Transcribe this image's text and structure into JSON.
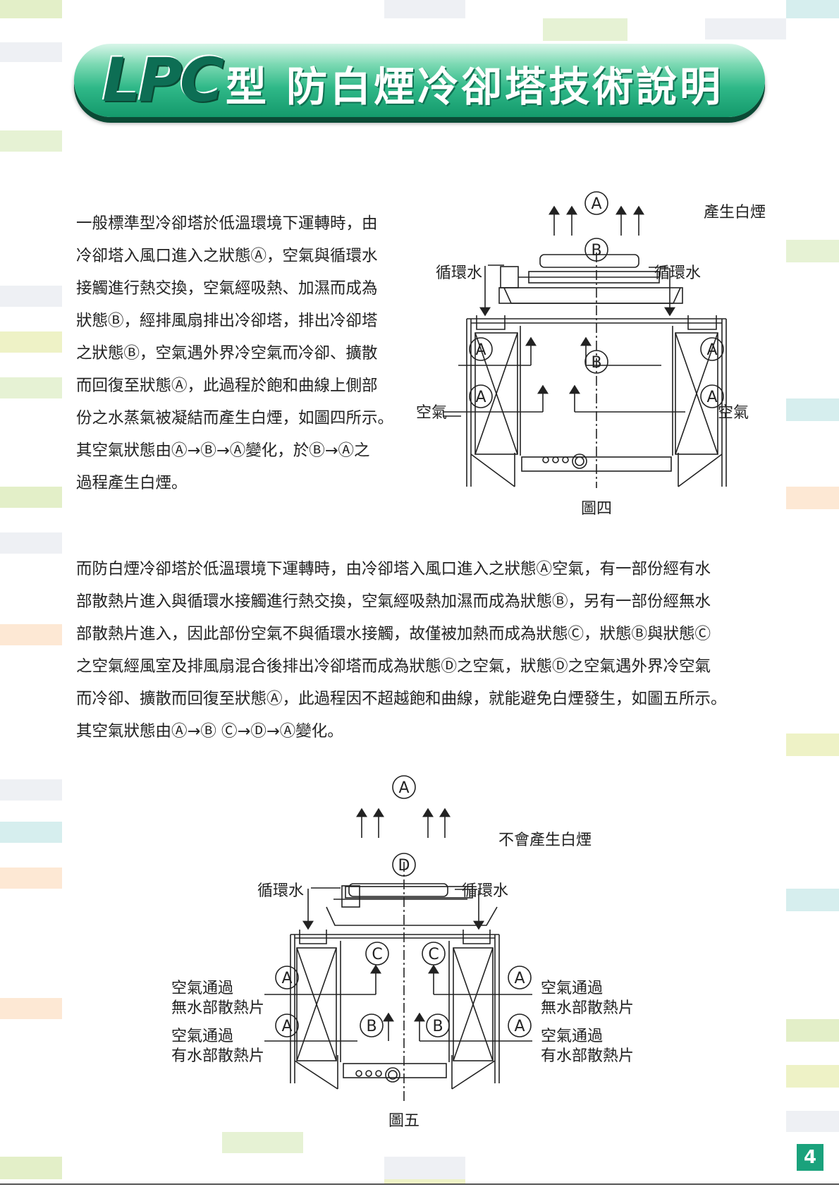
{
  "header": {
    "brand": "LPC",
    "title": "型 防白煙冷卻塔技術說明"
  },
  "section1": {
    "lines": [
      "一般標準型冷卻塔於低溫環境下運轉時，由",
      "冷卻塔入風口進入之狀態Ⓐ，空氣與循環水",
      "接觸進行熱交換，空氣經吸熱、加濕而成為",
      "狀態Ⓑ，經排風扇排出冷卻塔，排出冷卻塔",
      "之狀態Ⓑ，空氣遇外界冷空氣而冷卻、擴散",
      "而回復至狀態Ⓐ，此過程於飽和曲線上側部",
      "份之水蒸氣被凝結而產生白煙，如圖四所示。",
      "其空氣狀態由Ⓐ→Ⓑ→Ⓐ變化，於Ⓑ→Ⓐ之",
      "過程產生白煙。"
    ]
  },
  "figure4": {
    "top_state": "A",
    "outlet_state": "B",
    "mix_state": "B",
    "left_states": [
      "A",
      "A"
    ],
    "right_states": [
      "A",
      "A"
    ],
    "label_smoke": "產生白煙",
    "label_water_left": "循環水",
    "label_water_right": "循環水",
    "label_air_left": "空氣",
    "label_air_right": "空氣",
    "caption": "圖四"
  },
  "section2": {
    "lines": [
      "而防白煙冷卻塔於低溫環境下運轉時，由冷卻塔入風口進入之狀態Ⓐ空氣，有一部份經有水",
      "部散熱片進入與循環水接觸進行熱交換，空氣經吸熱加濕而成為狀態Ⓑ，另有一部份經無水",
      "部散熱片進入，因此部份空氣不與循環水接觸，故僅被加熱而成為狀態Ⓒ，狀態Ⓑ與狀態Ⓒ",
      "之空氣經風室及排風扇混合後排出冷卻塔而成為狀態Ⓓ之空氣，狀態Ⓓ之空氣遇外界冷空氣",
      "而冷卻、擴散而回復至狀態Ⓐ，此過程因不超越飽和曲線，就能避免白煙發生，如圖五所示。",
      "其空氣狀態由Ⓐ→Ⓑ Ⓒ→Ⓓ→Ⓐ變化。"
    ]
  },
  "figure5": {
    "top_state": "A",
    "outlet_state": "D",
    "dry_states": [
      "C",
      "C"
    ],
    "wet_states": [
      "B",
      "B"
    ],
    "left_states": [
      "A",
      "A"
    ],
    "right_states": [
      "A",
      "A"
    ],
    "label_no_smoke": "不會產生白煙",
    "label_water_left": "循環水",
    "label_water_right": "循環水",
    "label_dry_left_1": "空氣通過",
    "label_dry_left_2": "無水部散熱片",
    "label_wet_left_1": "空氣通過",
    "label_wet_left_2": "有水部散熱片",
    "label_dry_right_1": "空氣通過",
    "label_dry_right_2": "無水部散熱片",
    "label_wet_right_1": "空氣通過",
    "label_wet_right_2": "有水部散熱片",
    "caption": "圖五"
  },
  "footer": {
    "page_number": "4"
  },
  "colors": {
    "banner_green": "#14996b",
    "banner_light": "#7cd9b3",
    "page_badge": "#1aa27c"
  }
}
